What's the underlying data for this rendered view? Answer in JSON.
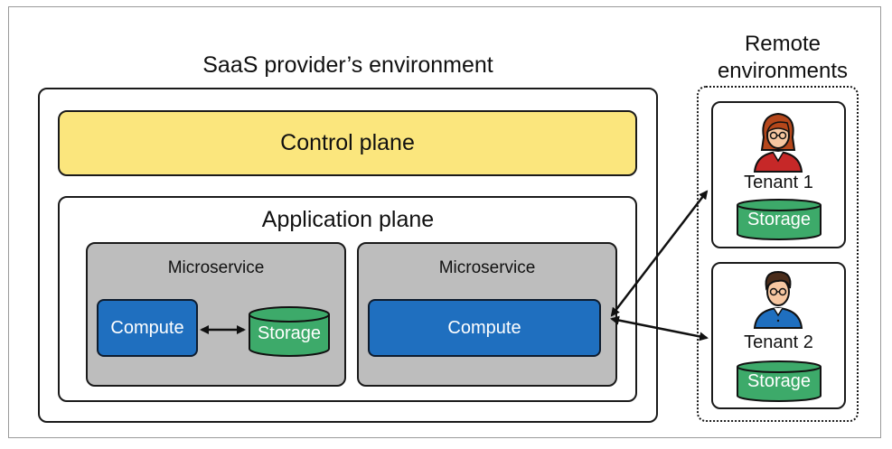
{
  "saas": {
    "title": "SaaS provider’s environment",
    "control_plane": "Control plane",
    "application_plane": "Application plane",
    "microservices": [
      {
        "label": "Microservice",
        "compute": "Compute",
        "storage": "Storage"
      },
      {
        "label": "Microservice",
        "compute": "Compute"
      }
    ]
  },
  "remote": {
    "title_line1": "Remote",
    "title_line2": "environments",
    "tenants": [
      {
        "label": "Tenant 1",
        "storage": "Storage",
        "avatar_icon": "woman-avatar-icon"
      },
      {
        "label": "Tenant 2",
        "storage": "Storage",
        "avatar_icon": "man-avatar-icon"
      }
    ]
  },
  "colors": {
    "control_plane_fill": "#fbe67d",
    "microservice_fill": "#bdbdbd",
    "compute_fill": "#1f6fbf",
    "storage_fill": "#3daa6a",
    "tenant1_shirt": "#c62828",
    "tenant2_shirt": "#1f6fbf"
  }
}
